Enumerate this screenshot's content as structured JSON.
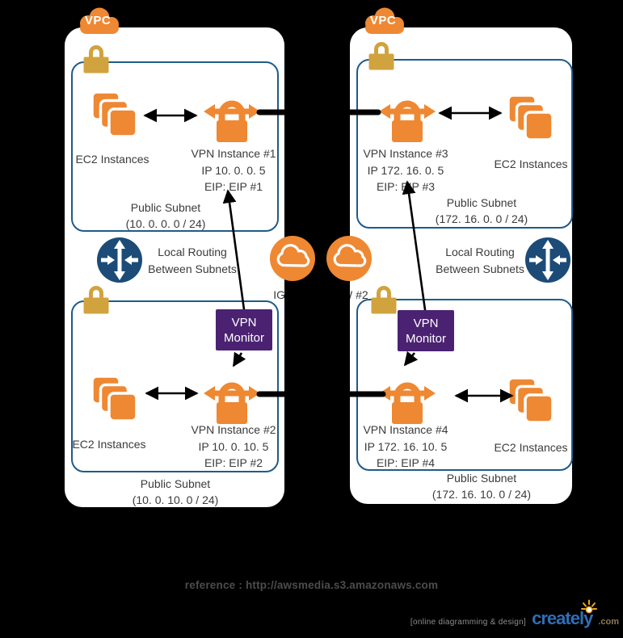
{
  "colors": {
    "background": "#000000",
    "orange": "#ee8833",
    "subnet_border_blue": "#1f5b88",
    "routing_navy": "#1d4b77",
    "lock_gold": "#d1a33e",
    "monitor_purple": "#4b2272",
    "diagram_text": "#3b3b3b",
    "brand_blue": "#2f6eb6"
  },
  "vpcs": [
    {
      "badge": "VPC",
      "routing": {
        "line1": "Local Routing",
        "line2": "Between Subnets"
      },
      "monitor": {
        "line1": "VPN",
        "line2": "Monitor"
      },
      "subnets": [
        {
          "ec2_label": "EC2 Instances",
          "vpn_name": "VPN Instance #1",
          "vpn_ip": "IP 10. 0. 0. 5",
          "vpn_eip": "EIP: EIP #1",
          "subnet_name": "Public Subnet",
          "subnet_cidr": "(10. 0. 0. 0 / 24)"
        },
        {
          "ec2_label": "EC2 Instances",
          "vpn_name": "VPN Instance #2",
          "vpn_ip": "IP 10. 0. 10. 5",
          "vpn_eip": "EIP: EIP #2",
          "subnet_name": "Public Subnet",
          "subnet_cidr": "(10. 0. 10. 0 / 24)"
        }
      ]
    },
    {
      "badge": "VPC",
      "routing": {
        "line1": "Local Routing",
        "line2": "Between Subnets"
      },
      "monitor": {
        "line1": "VPN",
        "line2": "Monitor"
      },
      "subnets": [
        {
          "ec2_label": "EC2 Instances",
          "vpn_name": "VPN Instance #3",
          "vpn_ip": "IP 172. 16. 0. 5",
          "vpn_eip": "EIP: EIP #3",
          "subnet_name": "Public Subnet",
          "subnet_cidr": "(172. 16. 0. 0 / 24)"
        },
        {
          "ec2_label": "EC2 Instances",
          "vpn_name": "VPN Instance #4",
          "vpn_ip": "IP 172. 16. 10. 5",
          "vpn_eip": "EIP: EIP #4",
          "subnet_name": "Public Subnet",
          "subnet_cidr": "(172. 16. 10. 0 / 24)"
        }
      ]
    }
  ],
  "igw": {
    "left": "IGW #1",
    "right": "IGW #2"
  },
  "footer": {
    "reference": "reference : http://awsmedia.s3.amazonaws.com",
    "tagline": "[online diagramming & design]",
    "brand": "creately",
    "brand_suffix": ".com"
  }
}
